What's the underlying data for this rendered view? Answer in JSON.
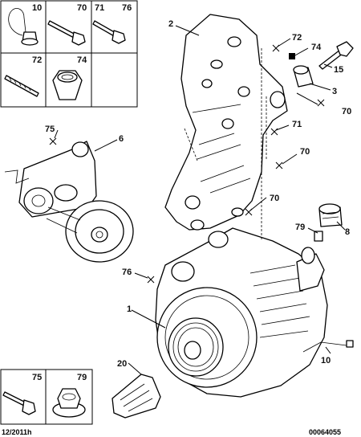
{
  "inset_top": {
    "cells": [
      {
        "ref": "10",
        "icon": "retaining-clip-icon"
      },
      {
        "ref": "70",
        "icon": "flange-bolt-icon"
      },
      {
        "ref": "71",
        "icon": "flange-bolt-short-icon"
      },
      {
        "ref": "76",
        "icon": "flange-bolt-long-icon"
      },
      {
        "ref": "72",
        "icon": "stud-icon"
      },
      {
        "ref": "74",
        "icon": "hex-nut-icon"
      }
    ]
  },
  "inset_bottom": {
    "cells": [
      {
        "ref": "75",
        "icon": "flange-bolt-icon"
      },
      {
        "ref": "79",
        "icon": "flange-nut-icon"
      }
    ]
  },
  "callouts": {
    "c1": "1",
    "c2": "2",
    "c3": "3",
    "c6": "6",
    "c8": "8",
    "c10": "10",
    "c15": "15",
    "c20": "20",
    "c70a": "70",
    "c70b": "70",
    "c70c": "70",
    "c71": "71",
    "c72": "72",
    "c74": "74",
    "c75": "75",
    "c76": "76",
    "c79": "79"
  },
  "footer": {
    "date": "12/2011h",
    "code": "00064055"
  }
}
